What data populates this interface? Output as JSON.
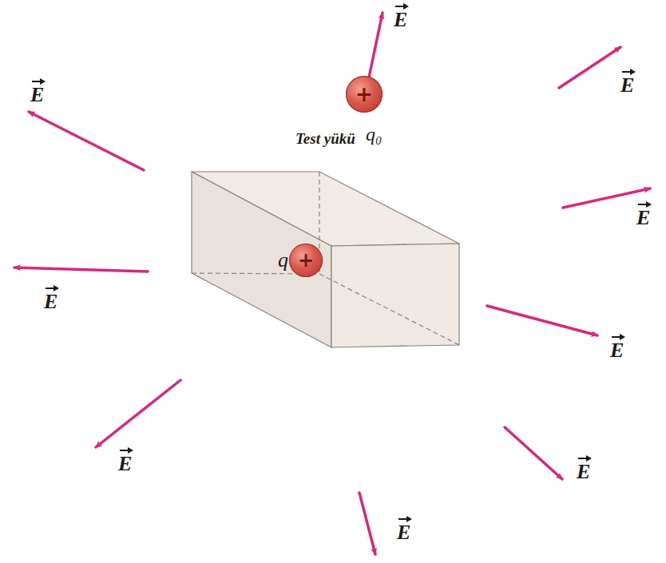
{
  "diagram": {
    "nodes": [
      {
        "text": [
          "+"
        ]
      },
      {
        "text": [
          "q",
          "+"
        ]
      }
    ],
    "labels": [
      "Test yükü",
      "q₀",
      "E",
      "E",
      "E",
      "E",
      "E",
      "E",
      "E",
      "E",
      "E"
    ]
  }
}
